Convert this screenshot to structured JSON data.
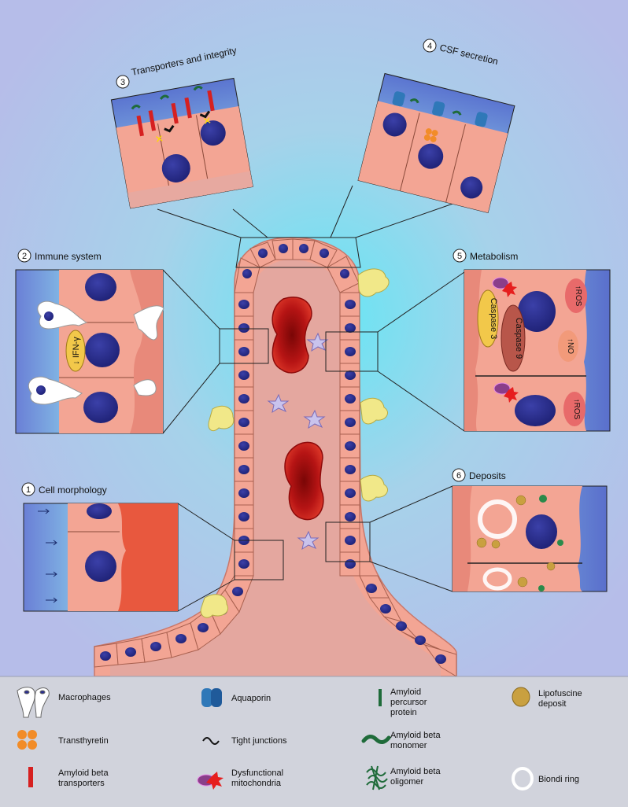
{
  "panels": {
    "p1": {
      "number": "1",
      "title": "Cell morphology"
    },
    "p2": {
      "number": "2",
      "title": "Immune system",
      "inner_label": "↓ IFN-γ"
    },
    "p3": {
      "number": "3",
      "title": "Transporters and integrity"
    },
    "p4": {
      "number": "4",
      "title": "CSF secretion"
    },
    "p5": {
      "number": "5",
      "title": "Metabolism",
      "caspase3": "Caspase 3",
      "caspase9": "Caspase 9",
      "ros": "↑ROS",
      "no": "↑NO"
    },
    "p6": {
      "number": "6",
      "title": "Deposits"
    }
  },
  "legend": [
    {
      "icon": "macrophage-icon",
      "lines": [
        "Macrophages"
      ]
    },
    {
      "icon": "aquaporin-icon",
      "lines": [
        "Aquaporin"
      ]
    },
    {
      "icon": "app-icon",
      "lines": [
        "Amyloid",
        "percursor",
        "protein"
      ]
    },
    {
      "icon": "lipofuscine-icon",
      "lines": [
        "Lipofuscine",
        "deposit"
      ]
    },
    {
      "icon": "transthyretin-icon",
      "lines": [
        "Transthyretin"
      ]
    },
    {
      "icon": "tight-junction-icon",
      "lines": [
        "Tight junctions"
      ]
    },
    {
      "icon": "abeta-monomer-icon",
      "lines": [
        "Amyloid beta",
        "monomer"
      ]
    },
    {
      "icon": "abeta-transporter-icon",
      "lines": [
        "Amyloid beta",
        "transporters"
      ]
    },
    {
      "icon": "mitochondria-icon",
      "lines": [
        "Dysfunctional",
        "mitochondria"
      ]
    },
    {
      "icon": "abeta-oligomer-icon",
      "lines": [
        "Amyloid beta",
        "oligomer"
      ]
    },
    {
      "icon": "biondi-ring-icon",
      "lines": [
        "Biondi ring"
      ]
    }
  ],
  "colors": {
    "cell": "#f4a896",
    "cell_dark": "#e08a78",
    "nucleus": "#2b2f8f",
    "stroma": "#e7a9a0",
    "vessel": "#b51212",
    "csf": "#8fb2e2",
    "glow": "#66e0f2",
    "legend_bg": "#d1d3dc"
  }
}
